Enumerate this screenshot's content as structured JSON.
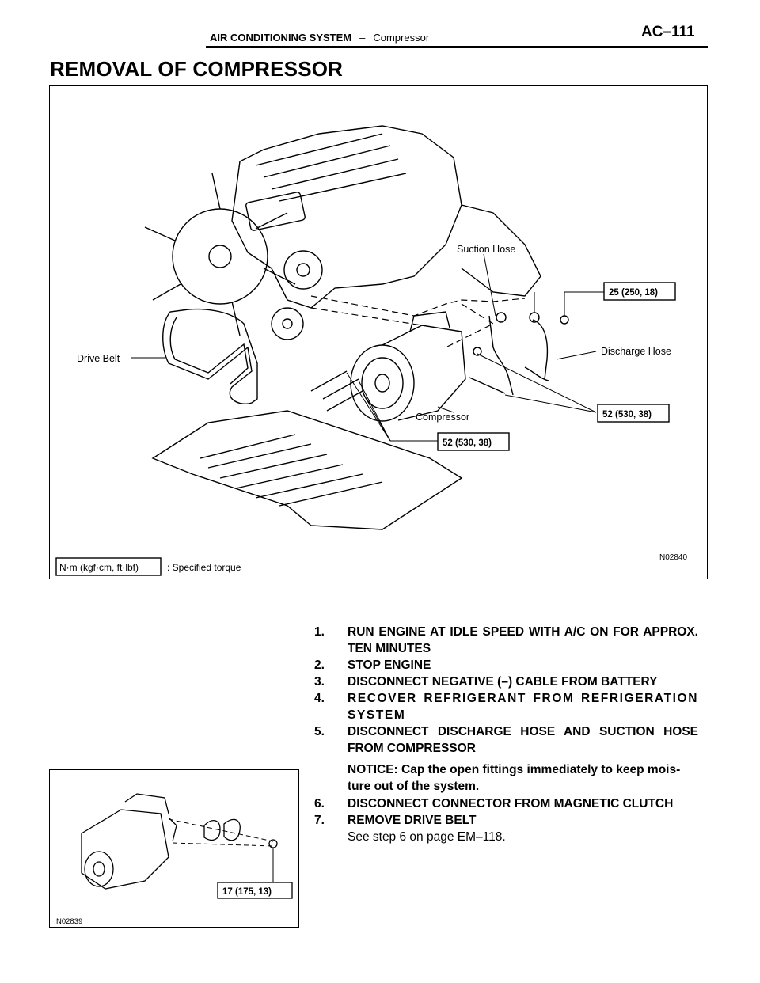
{
  "header": {
    "section": "AIR CONDITIONING SYSTEM",
    "separator": "–",
    "subsection": "Compressor",
    "page_code": "AC–111"
  },
  "title": "REMOVAL OF COMPRESSOR",
  "figure_main": {
    "labels": {
      "suction_hose": "Suction Hose",
      "discharge_hose": "Discharge Hose",
      "drive_belt": "Drive Belt",
      "compressor": "Compressor",
      "torque_top": "25 (250, 18)",
      "torque_right": "52 (530, 38)",
      "torque_bottom": "52 (530, 38)",
      "code": "N02840",
      "legend_box": "N·m (kgf·cm, ft·lbf)",
      "legend_text": ": Specified torque"
    }
  },
  "figure_small": {
    "labels": {
      "torque": "17 (175, 13)",
      "code": "N02839"
    }
  },
  "steps": [
    {
      "num": "1.",
      "text": "RUN ENGINE AT IDLE SPEED WITH A/C ON FOR APPROX. TEN MINUTES"
    },
    {
      "num": "2.",
      "text": "STOP ENGINE"
    },
    {
      "num": "3.",
      "text": "DISCONNECT NEGATIVE (–) CABLE FROM BATTERY"
    },
    {
      "num": "4.",
      "text": "RECOVER REFRIGERANT FROM REFRIGERATION SYSTEM"
    },
    {
      "num": "5.",
      "text": "DISCONNECT DISCHARGE HOSE AND SUCTION HOSE FROM COMPRESSOR"
    },
    {
      "num": "6.",
      "text": "DISCONNECT CONNECTOR FROM MAGNETIC CLUTCH"
    },
    {
      "num": "7.",
      "text": "REMOVE DRIVE BELT"
    }
  ],
  "notice": "NOTICE: Cap the open fittings immediately to keep mois- ture out of the system.",
  "step7_ref": "See step 6 on page EM–118."
}
